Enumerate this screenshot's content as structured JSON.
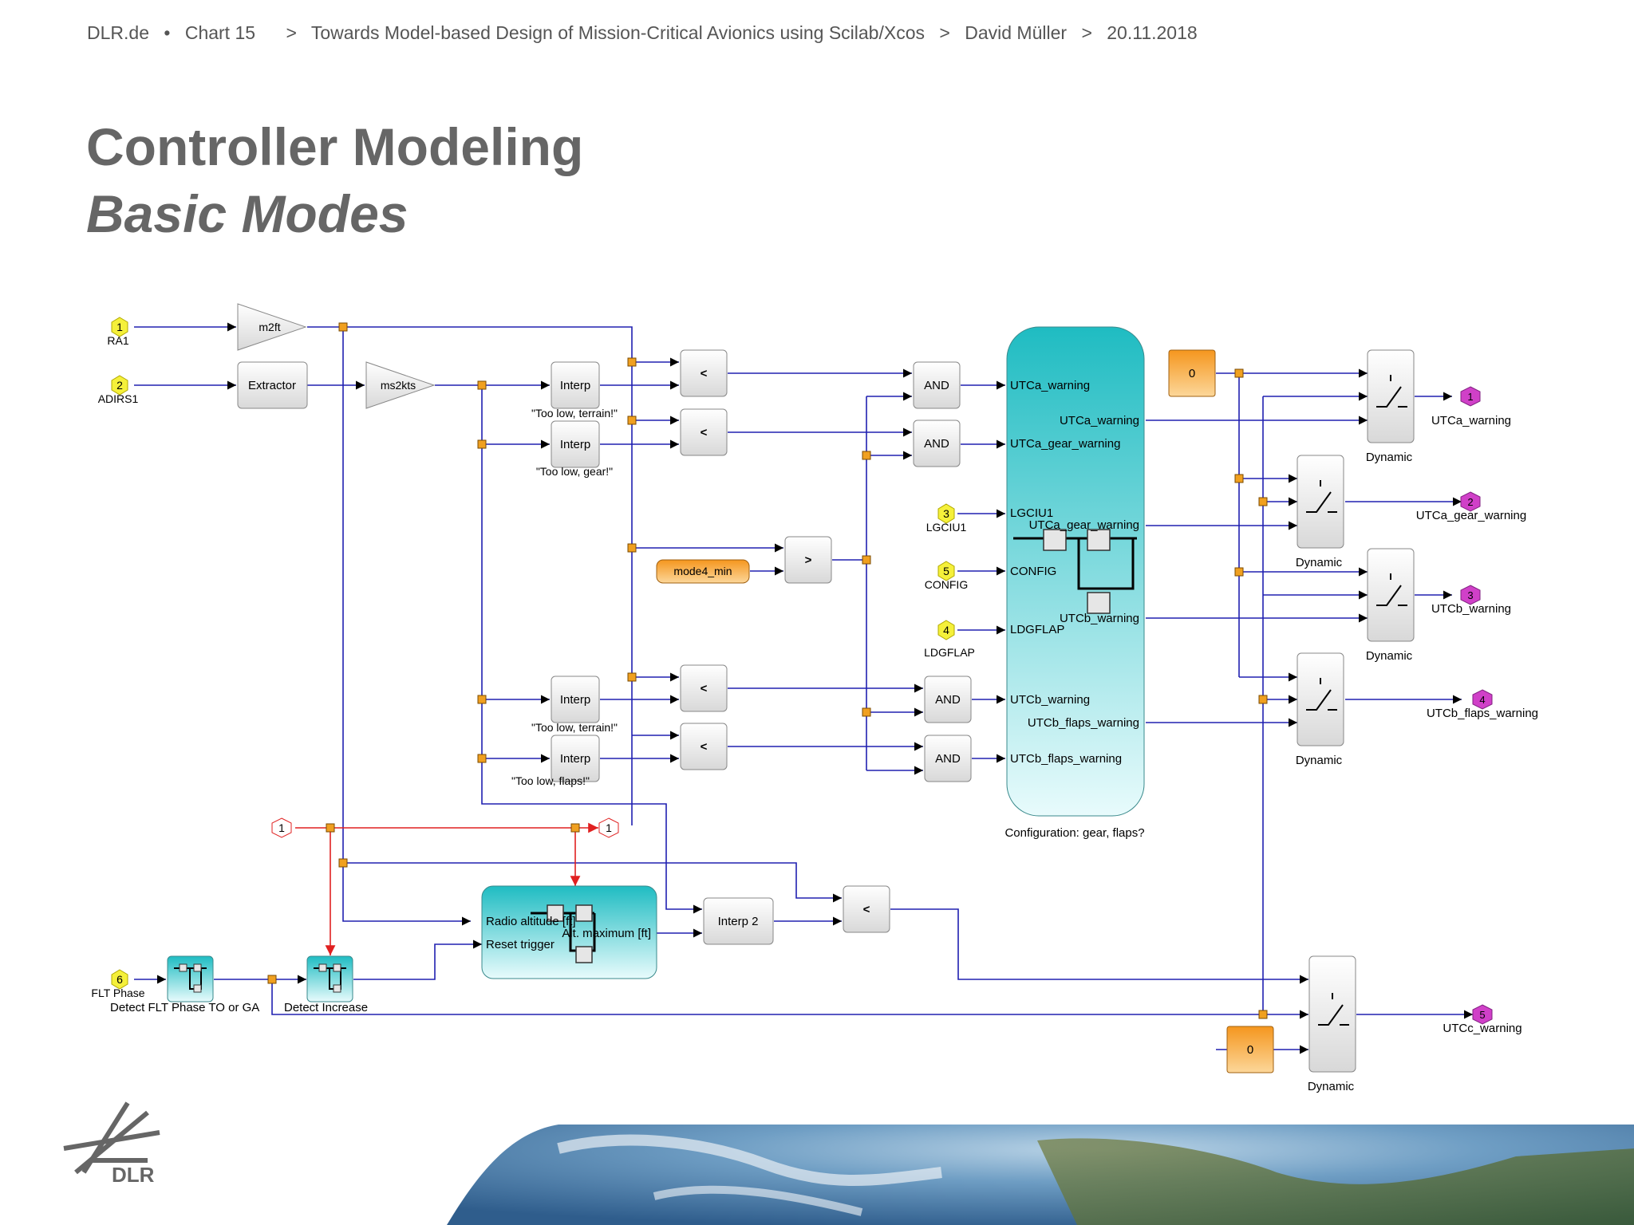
{
  "header": {
    "site": "DLR.de",
    "dot": "•",
    "chart": "Chart 15",
    "sep": ">",
    "talk_title": "Towards Model-based Design of Mission-Critical Avionics using Scilab/Xcos",
    "author": "David Müller",
    "date": "20.11.2018"
  },
  "slide": {
    "title": "Controller Modeling",
    "subtitle": "Basic Modes"
  },
  "diagram": {
    "inputs": {
      "in1_num": "1",
      "in1_label": "RA1",
      "in2_num": "2",
      "in2_label": "ADIRS1",
      "in3_num": "3",
      "in3_label": "LGCIU1",
      "in5_num": "5",
      "in5_label": "CONFIG",
      "in4_num": "4",
      "in4_label": "LDGFLAP",
      "in6_num": "6",
      "in6_label": "FLT Phase"
    },
    "blocks": {
      "m2ft": "m2ft",
      "extractor": "Extractor",
      "ms2kts": "ms2kts",
      "interp": "Interp",
      "interp2": "Interp 2",
      "lt": "<",
      "gt": ">",
      "and": "AND",
      "mode4_min": "mode4_min",
      "zero": "0",
      "dynamic": "Dynamic"
    },
    "captions": {
      "terrain": "\"Too low, terrain!\"",
      "gear": "\"Too low, gear!\"",
      "flaps": "\"Too low, flaps!\"",
      "config_block": "Configuration: gear, flaps?",
      "detect_flt": "Detect FLT Phase TO or GA",
      "detect_inc": "Detect Increase"
    },
    "config_ports": {
      "p1": "UTCa_warning",
      "p2": "UTCa_gear_warning",
      "p3": "LGCIU1",
      "p4": "CONFIG",
      "p5": "LDGFLAP",
      "p6": "UTCb_warning",
      "p7": "UTCb_flaps_warning",
      "o1": "UTCa_warning",
      "o2": "UTCa_gear_warning",
      "o3": "UTCb_warning",
      "o4": "UTCb_flaps_warning"
    },
    "altmax_ports": {
      "p1": "Radio altitude [ft]",
      "p2": "Reset trigger",
      "o1": "Alt. maximum [ft]"
    },
    "events": {
      "ev1": "1",
      "ev2": "1"
    },
    "outputs": {
      "out1_num": "1",
      "out1_label": "UTCa_warning",
      "out2_num": "2",
      "out2_label": "UTCa_gear_warning",
      "out3_num": "3",
      "out3_label": "UTCb_warning",
      "out4_num": "4",
      "out4_label": "UTCb_flaps_warning",
      "out5_num": "5",
      "out5_label": "UTCc_warning"
    }
  },
  "logo": {
    "text": "DLR"
  },
  "colors": {
    "wire": "#2020b0",
    "event_wire": "#e02020",
    "input_port": "#f5f03a",
    "output_port": "#d040c8",
    "split": "#f0a020",
    "cyan_block": "#2cc4c8",
    "orange_block": "#f7a030"
  }
}
